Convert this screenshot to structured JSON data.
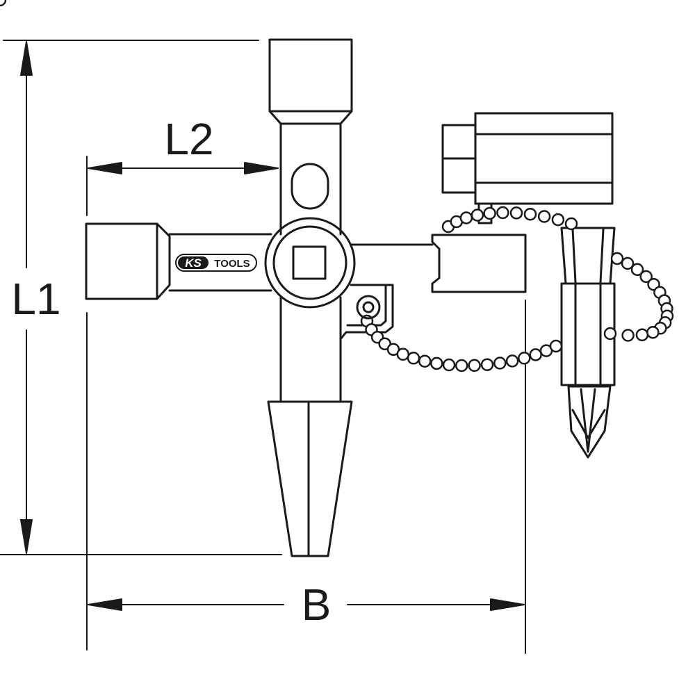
{
  "dimensions": {
    "l1": "L1",
    "l2": "L2",
    "b": "B"
  },
  "logo": {
    "brand": "KS",
    "suffix": "TOOLS"
  },
  "colors": {
    "stroke": "#1a1a1a",
    "fill": "#ffffff"
  }
}
